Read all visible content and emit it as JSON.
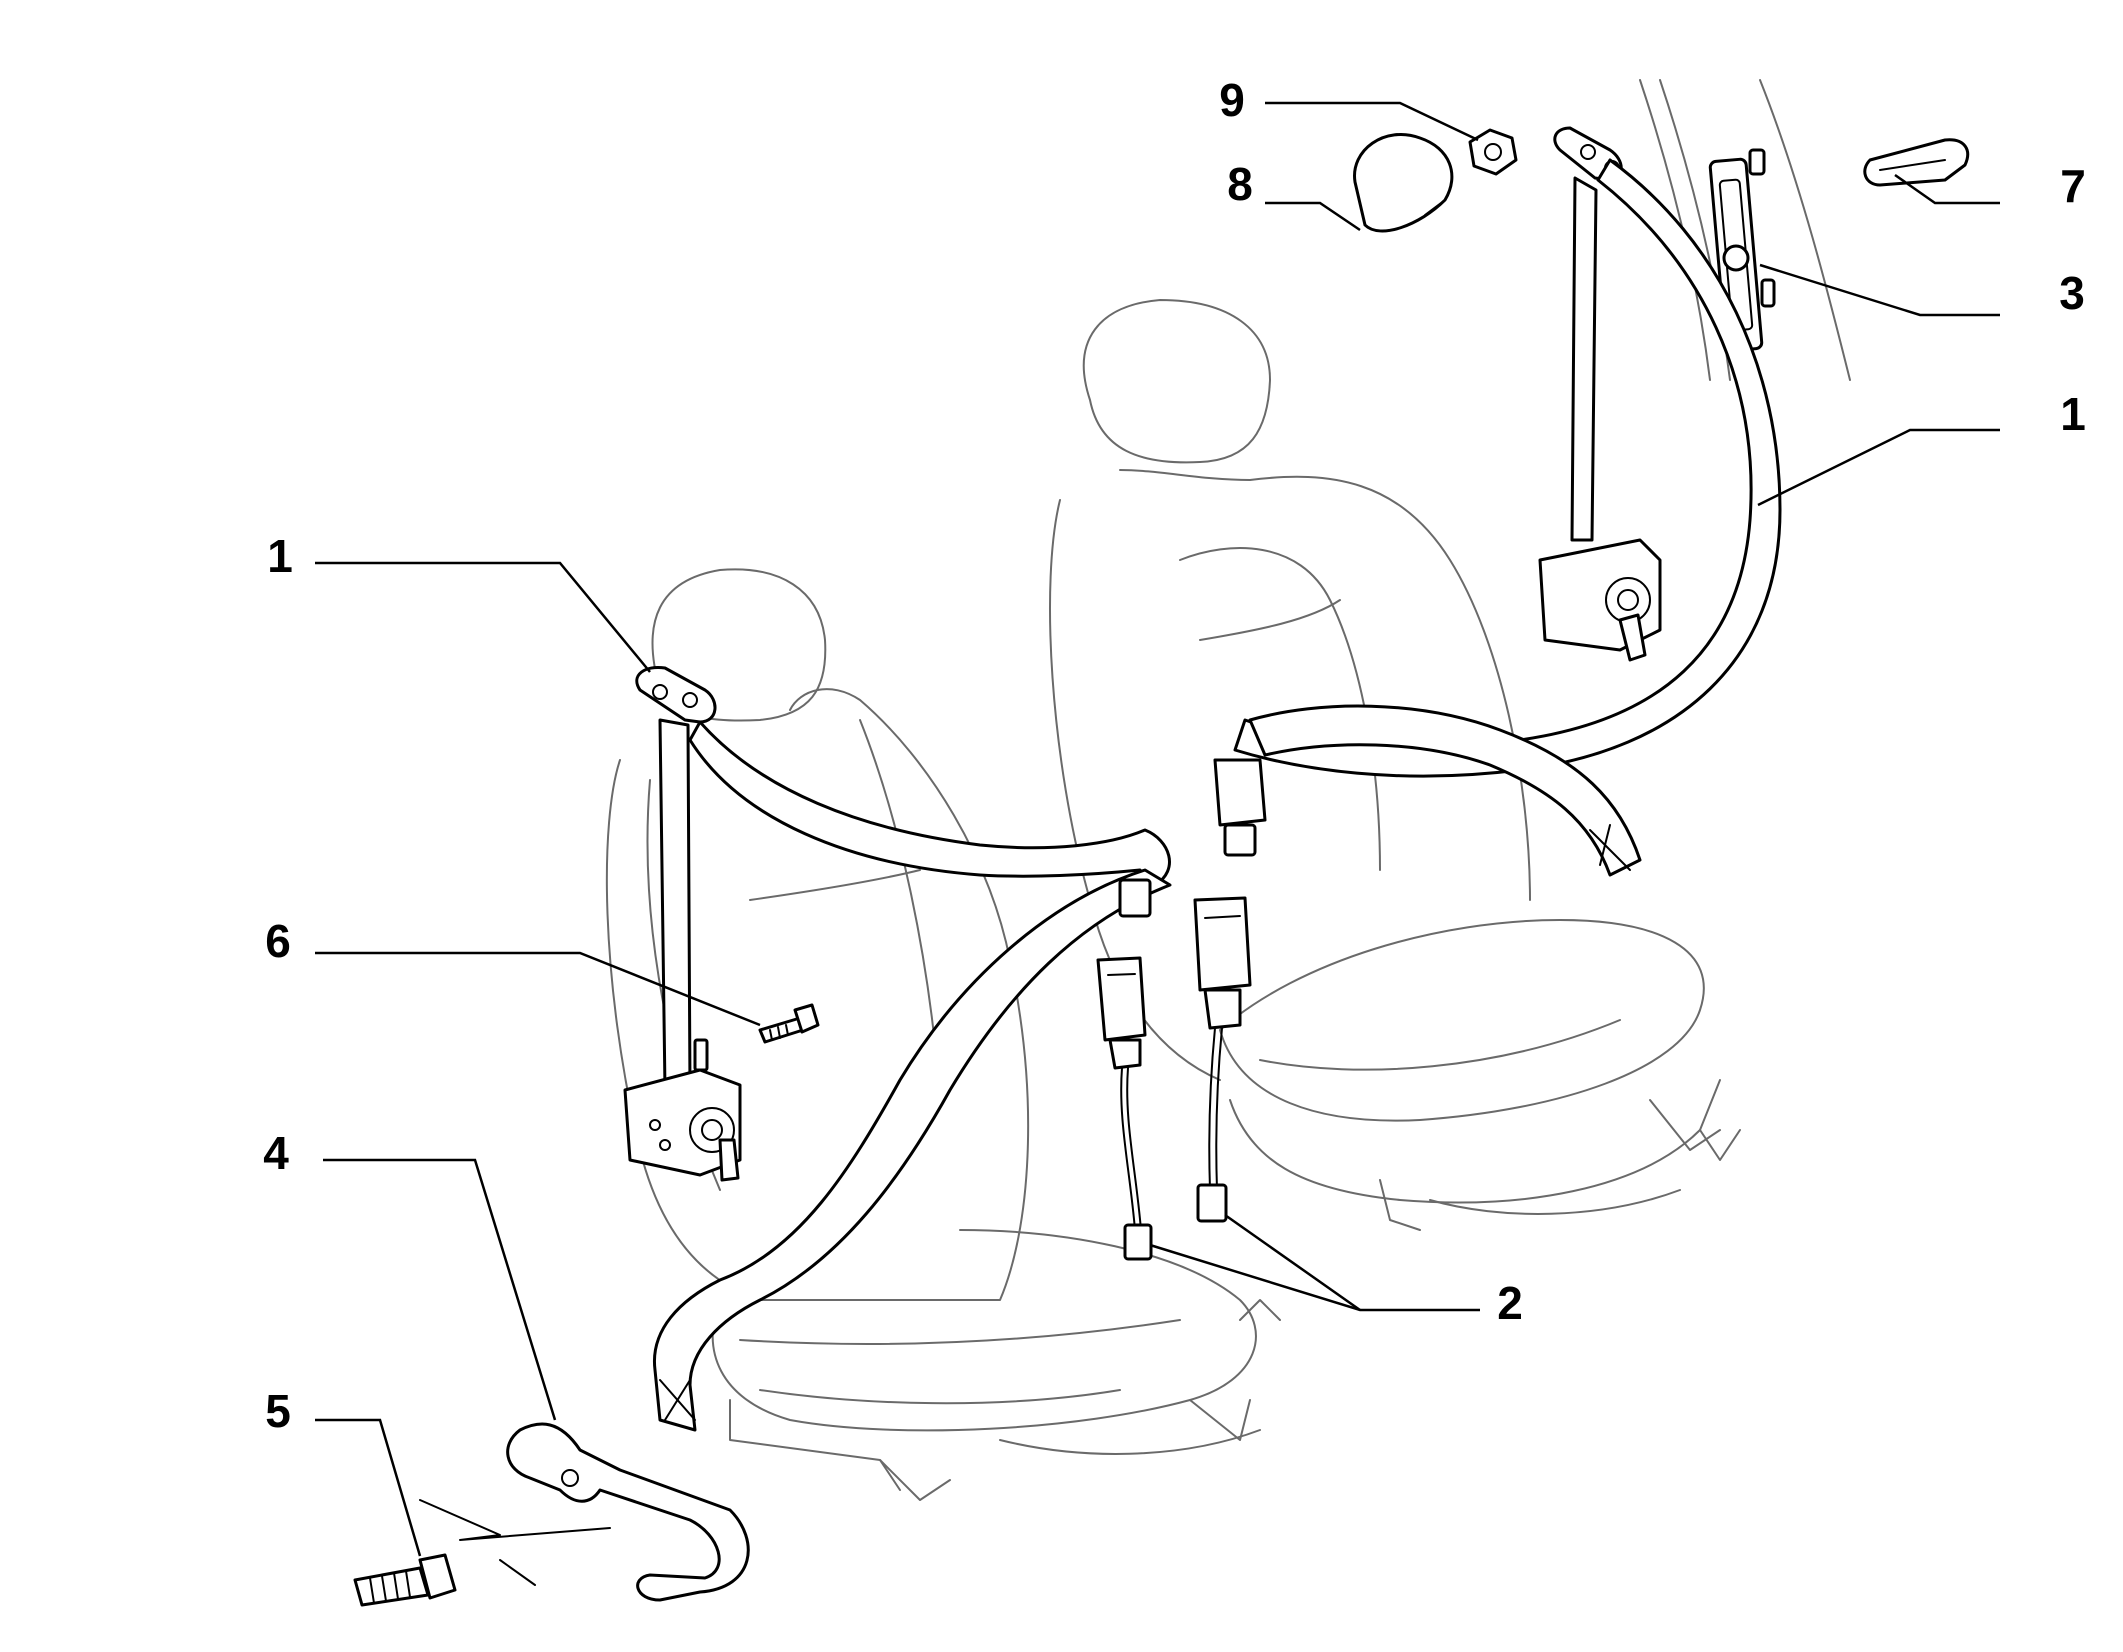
{
  "callouts": [
    {
      "id": "c9",
      "label": "9"
    },
    {
      "id": "c8",
      "label": "8"
    },
    {
      "id": "c7",
      "label": "7"
    },
    {
      "id": "c3",
      "label": "3"
    },
    {
      "id": "c1-right",
      "label": "1"
    },
    {
      "id": "c1-left",
      "label": "1"
    },
    {
      "id": "c6",
      "label": "6"
    },
    {
      "id": "c4",
      "label": "4"
    },
    {
      "id": "c2",
      "label": "2"
    },
    {
      "id": "c5",
      "label": "5"
    }
  ]
}
